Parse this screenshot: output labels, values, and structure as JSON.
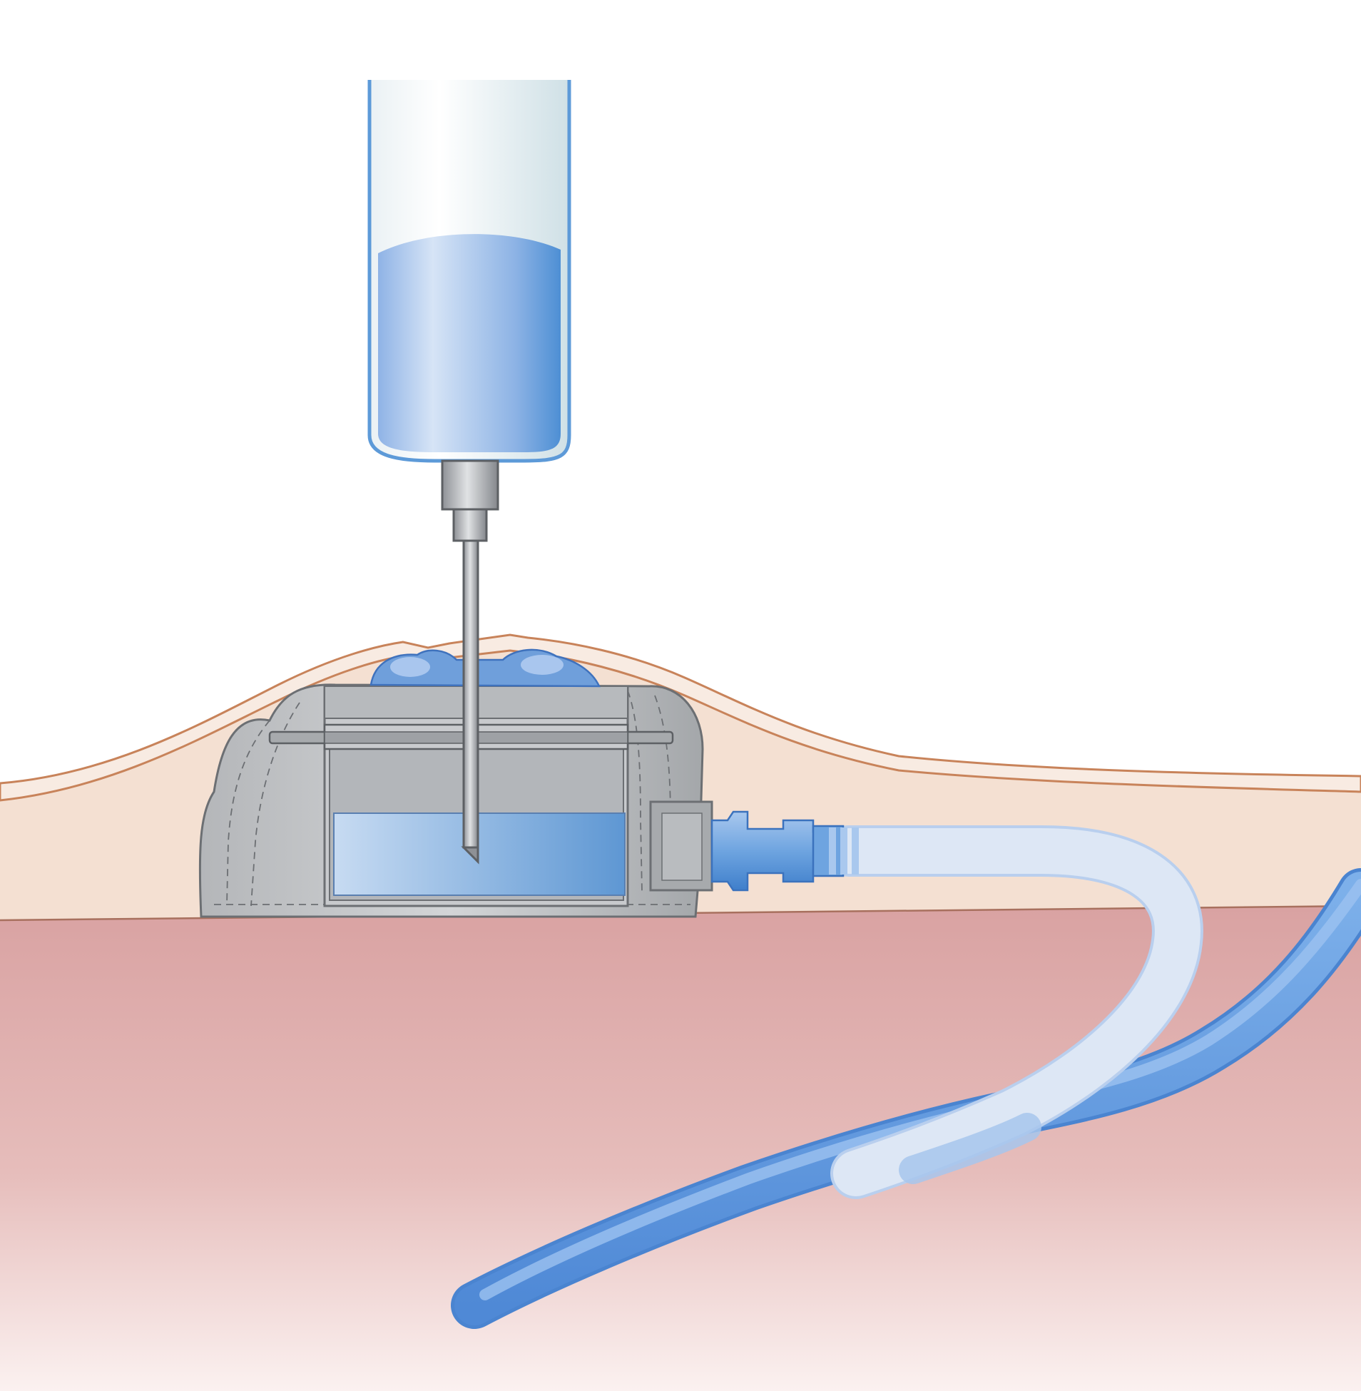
{
  "diagram": {
    "labels": [],
    "parts": [
      {
        "name": "syringe",
        "icon": "syringe-icon"
      },
      {
        "name": "needle",
        "icon": "needle-icon"
      },
      {
        "name": "port-body",
        "icon": "implanted-port-icon"
      },
      {
        "name": "port-reservoir",
        "icon": "reservoir-icon"
      },
      {
        "name": "septum",
        "icon": "septum-icon"
      },
      {
        "name": "catheter-connector",
        "icon": "connector-icon"
      },
      {
        "name": "catheter",
        "icon": "catheter-icon"
      },
      {
        "name": "vein",
        "icon": "vein-icon"
      },
      {
        "name": "skin-layer",
        "icon": "skin-icon"
      },
      {
        "name": "subcutaneous-tissue",
        "icon": "tissue-icon"
      },
      {
        "name": "muscle-layer",
        "icon": "muscle-icon"
      }
    ],
    "colors": {
      "background": "#ffffff",
      "skin_outline": "#c8835a",
      "skin_fill": "#f4e0d2",
      "muscle_top": "#d9a2a2",
      "muscle_bottom": "#fbf1f0",
      "fluid_blue": "#5b97d6",
      "fluid_light": "#c7dbf2",
      "metal_gray": "#9ea1a5",
      "port_gray": "#a7aaad",
      "catheter_light": "#d8e4f4",
      "vein_blue": "#5e9be0"
    }
  }
}
